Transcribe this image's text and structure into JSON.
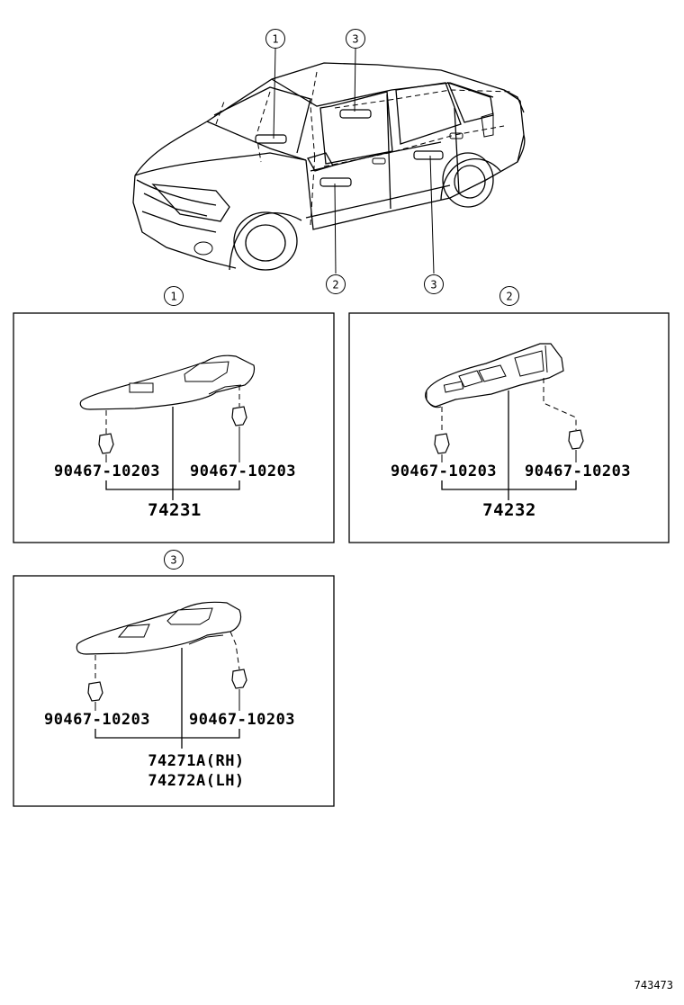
{
  "car": {
    "callouts_top": [
      "1",
      "3"
    ],
    "callouts_bottom": [
      "2",
      "3"
    ]
  },
  "panels": [
    {
      "callout": "1",
      "clip_left": "90467-10203",
      "clip_right": "90467-10203",
      "part_lines": [
        "74231"
      ]
    },
    {
      "callout": "2",
      "clip_left": "90467-10203",
      "clip_right": "90467-10203",
      "part_lines": [
        "74232"
      ]
    },
    {
      "callout": "3",
      "clip_left": "90467-10203",
      "clip_right": "90467-10203",
      "part_lines": [
        "74271A(RH)",
        "74272A(LH)"
      ]
    }
  ],
  "figure_number": "743473"
}
